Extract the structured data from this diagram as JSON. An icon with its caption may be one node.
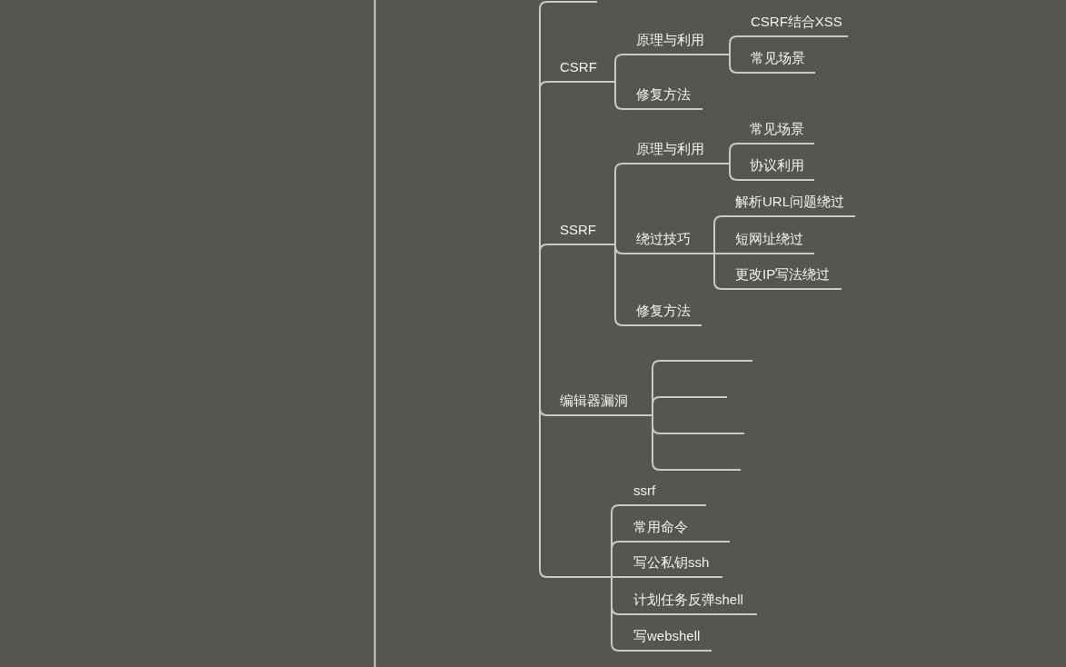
{
  "diagram": {
    "nodes": [
      {
        "text": [],
        "shape": "underline"
      },
      {
        "text": [
          "CSRF"
        ]
      },
      {
        "text": [
          "原理与利用"
        ]
      },
      {
        "text": [
          "CSRF结合XSS"
        ]
      },
      {
        "text": [
          "常见场景"
        ]
      },
      {
        "text": [
          "修复方法"
        ]
      },
      {
        "text": [
          "SSRF"
        ]
      },
      {
        "text": [
          "原理与利用"
        ]
      },
      {
        "text": [
          "常见场景"
        ]
      },
      {
        "text": [
          "协议利用"
        ]
      },
      {
        "text": [
          "绕过技巧"
        ]
      },
      {
        "text": [
          "解析URL问题绕过"
        ]
      },
      {
        "text": [
          "短网址绕过"
        ]
      },
      {
        "text": [
          "更改IP写法绕过"
        ]
      },
      {
        "text": [
          "修复方法"
        ]
      },
      {
        "text": [
          "编辑器漏洞"
        ]
      },
      {
        "text": [],
        "shape": "underline"
      },
      {
        "text": [],
        "shape": "underline"
      },
      {
        "text": [],
        "shape": "underline"
      },
      {
        "text": [],
        "shape": "underline"
      },
      {
        "text": [],
        "shape": "underline"
      },
      {
        "text": [
          "ssrf"
        ]
      },
      {
        "text": [
          "常用命令"
        ]
      },
      {
        "text": [
          "写公私钥ssh"
        ]
      },
      {
        "text": [
          "计划任务反弹shell"
        ]
      },
      {
        "text": [
          "写webshell"
        ]
      }
    ],
    "edges": [
      {
        "from": null,
        "to": 0,
        "arrow": "none"
      },
      {
        "from": null,
        "to": 1,
        "arrow": "none"
      },
      {
        "from": 1,
        "to": 2,
        "arrow": "none"
      },
      {
        "from": 2,
        "to": 3,
        "arrow": "none"
      },
      {
        "from": 2,
        "to": 4,
        "arrow": "none"
      },
      {
        "from": 1,
        "to": 5,
        "arrow": "none"
      },
      {
        "from": null,
        "to": 6,
        "arrow": "none"
      },
      {
        "from": 6,
        "to": 7,
        "arrow": "none"
      },
      {
        "from": 7,
        "to": 8,
        "arrow": "none"
      },
      {
        "from": 7,
        "to": 9,
        "arrow": "none"
      },
      {
        "from": 6,
        "to": 10,
        "arrow": "none"
      },
      {
        "from": 10,
        "to": 11,
        "arrow": "none"
      },
      {
        "from": 10,
        "to": 12,
        "arrow": "none"
      },
      {
        "from": 10,
        "to": 13,
        "arrow": "none"
      },
      {
        "from": 6,
        "to": 14,
        "arrow": "none"
      },
      {
        "from": null,
        "to": 15,
        "arrow": "none"
      },
      {
        "from": 15,
        "to": 16,
        "arrow": "none"
      },
      {
        "from": 15,
        "to": 17,
        "arrow": "none"
      },
      {
        "from": 15,
        "to": 18,
        "arrow": "none"
      },
      {
        "from": 15,
        "to": 19,
        "arrow": "none"
      },
      {
        "from": null,
        "to": 20,
        "arrow": "none"
      },
      {
        "from": 20,
        "to": 21,
        "arrow": "none"
      },
      {
        "from": 20,
        "to": 22,
        "arrow": "none"
      },
      {
        "from": 20,
        "to": 23,
        "arrow": "none"
      },
      {
        "from": 20,
        "to": 24,
        "arrow": "none"
      },
      {
        "from": 20,
        "to": 25,
        "arrow": "none"
      }
    ]
  }
}
